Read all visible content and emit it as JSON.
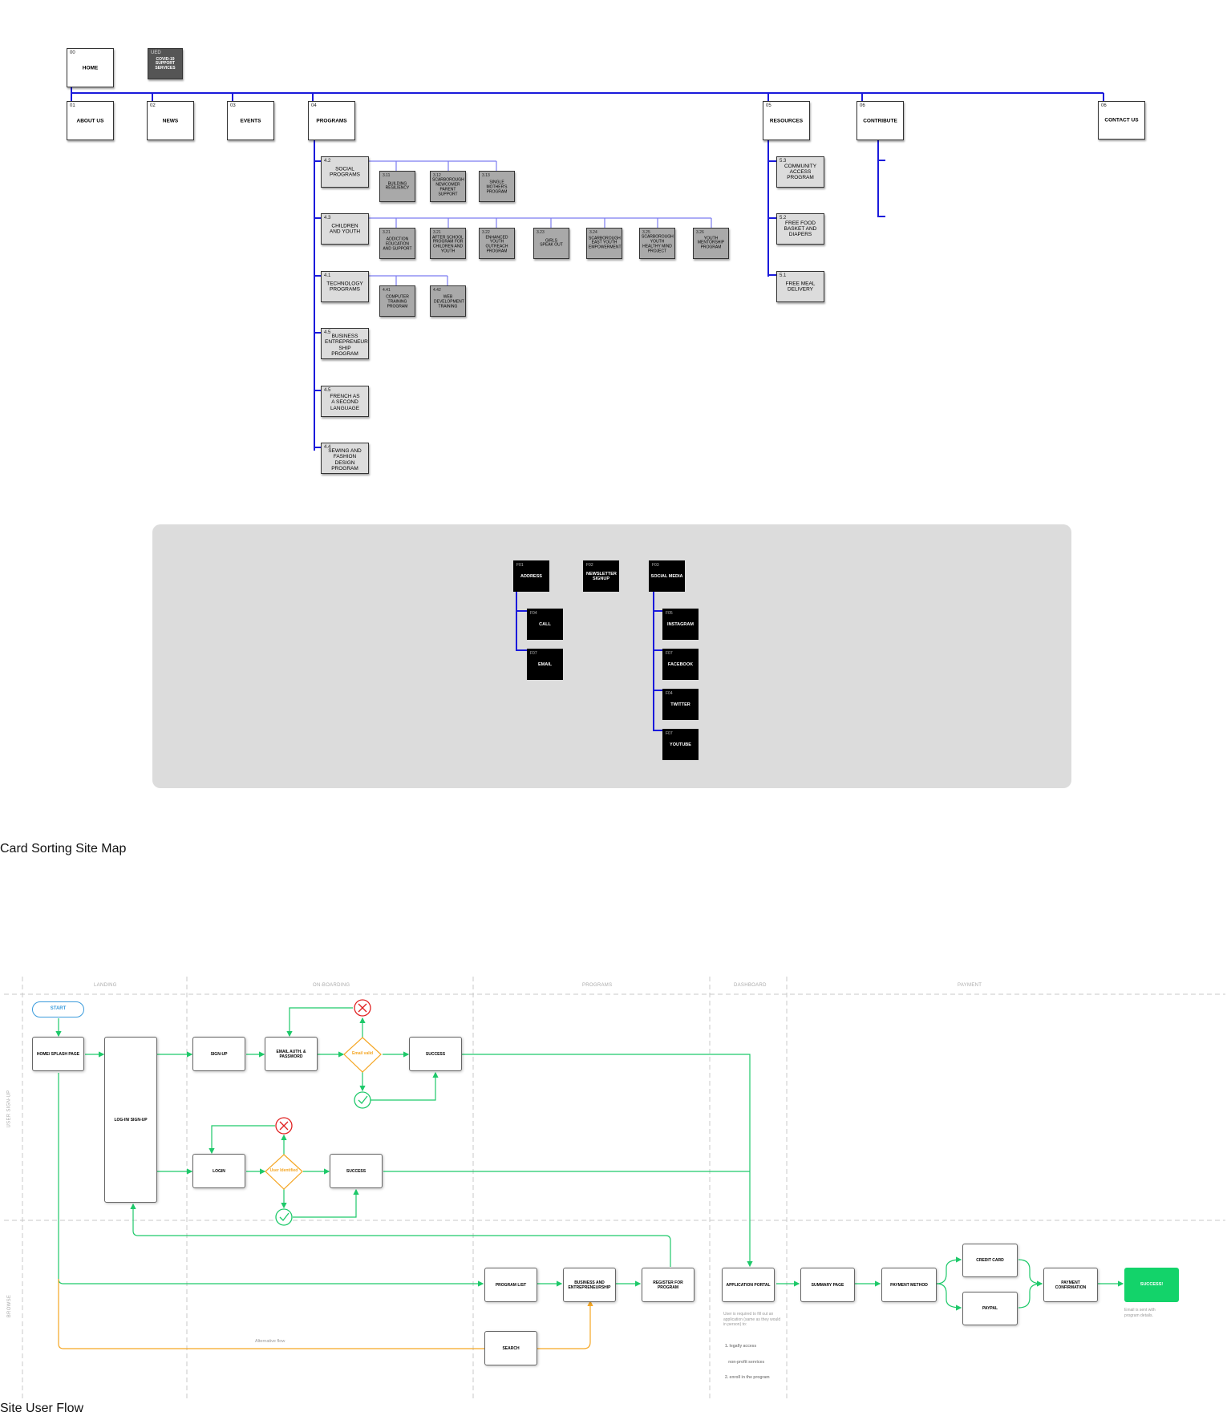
{
  "sitemap": {
    "home": {
      "num": "00",
      "label": "HOME"
    },
    "covid": {
      "num": "UED",
      "label": "COVID-19 SUPPORT SERVICES"
    },
    "top_level": [
      {
        "num": "01",
        "label": "ABOUT US"
      },
      {
        "num": "02",
        "label": "NEWS"
      },
      {
        "num": "03",
        "label": "EVENTS"
      },
      {
        "num": "04",
        "label": "PROGRAMS"
      },
      {
        "num": "05",
        "label": "RESOURCES"
      },
      {
        "num": "06",
        "label": "CONTRIBUTE"
      },
      {
        "num": "06",
        "label": "CONTACT US"
      }
    ],
    "programs": [
      {
        "num": "4.2",
        "label": "SOCIAL PROGRAMS",
        "children": [
          {
            "num": "3.11",
            "label": "BUILDING RESILIENCY"
          },
          {
            "num": "3.12",
            "label": "SCARBOROUGH NEWCOMER PARENT SUPPORT"
          },
          {
            "num": "3.13",
            "label": "SINGLE MOTHER'S PROGRAM"
          }
        ]
      },
      {
        "num": "4.3",
        "label": "CHILDREN AND YOUTH",
        "children": [
          {
            "num": "3.21",
            "label": "ADDICTION EDUCATION AND SUPPORT"
          },
          {
            "num": "3.21",
            "label": "AFTER SCHOOL PROGRAM FOR CHILDREN AND YOUTH"
          },
          {
            "num": "3.22",
            "label": "ENHANCED YOUTH OUTREACH PROGRAM"
          },
          {
            "num": "3.23",
            "label": "GIRLS SPEAK OUT"
          },
          {
            "num": "3.24",
            "label": "SCARBOROUGH EAST YOUTH EMPOWERMENT"
          },
          {
            "num": "3.25",
            "label": "SCARBOROUGH YOUTH HEALTHY MIND PROJECT"
          },
          {
            "num": "3.26",
            "label": "YOUTH MENTORSHIP PROGRAM"
          }
        ]
      },
      {
        "num": "4.1",
        "label": "TECHNOLOGY PROGRAMS",
        "children": [
          {
            "num": "4.41",
            "label": "COMPUTER TRAINING PROGRAM"
          },
          {
            "num": "4.42",
            "label": "WEB DEVELOPMENT TRAINING"
          }
        ]
      },
      {
        "num": "4.5",
        "label": "BUSINESS ENTREPRENEUR SHIP PROGRAM",
        "children": []
      },
      {
        "num": "4.5",
        "label": "FRENCH AS A SECOND LANGUAGE",
        "children": []
      },
      {
        "num": "4.4",
        "label": "SEWING AND FASHION DESIGN PROGRAM",
        "children": []
      }
    ],
    "resources": [
      {
        "num": "5.3",
        "label": "COMMUNITY ACCESS PROGRAM"
      },
      {
        "num": "5.2",
        "label": "FREE FOOD BASKET AND DIAPERS"
      },
      {
        "num": "5.1",
        "label": "FREE MEAL DELIVERY"
      }
    ],
    "footer": {
      "address": {
        "num": "F01",
        "label": "ADDRESS"
      },
      "newsletter": {
        "num": "F02",
        "label": "NEWSLETTER SIGNUP"
      },
      "social": {
        "num": "F03",
        "label": "SOCIAL MEDIA"
      },
      "address_children": [
        {
          "num": "F04",
          "label": "CALL"
        },
        {
          "num": "F07",
          "label": "EMAIL"
        }
      ],
      "social_children": [
        {
          "num": "F05",
          "label": "INSTAGRAM"
        },
        {
          "num": "F07",
          "label": "FACEBOOK"
        },
        {
          "num": "F04",
          "label": "TWITTER"
        },
        {
          "num": "F07",
          "label": "YOUTUBE"
        }
      ]
    },
    "caption": "Card Sorting Site Map"
  },
  "flow": {
    "lanes": [
      "LANDING",
      "ON-BOARDING",
      "PROGRAMS",
      "DASHBOARD",
      "PAYMENT"
    ],
    "rows": [
      "USER SIGN-UP",
      "BROWSE"
    ],
    "nodes": {
      "start": "START",
      "home": "HOME/ SPLASH PAGE",
      "login_signup": "LOG-IN/ SIGN-UP",
      "signup": "SIGN-UP",
      "email_auth": "EMAIL AUTH. & PASSWORD",
      "email_valid": "Email valid",
      "success1": "SUCCESS",
      "login": "LOGIN",
      "user_identified": "User Identified",
      "success2": "SUCCESS",
      "program_list": "PROGRAM LIST",
      "business": "BUSINESS AND ENTREPRENEURSHIP",
      "register": "REGISTER FOR PROGRAM",
      "search": "SEARCH",
      "app_portal": "APPLICATION PORTAL",
      "summary": "SUMMARY PAGE",
      "payment_method": "PAYMENT METHOD",
      "credit_card": "CREDIT CARD",
      "paypal": "PAYPAL",
      "payment_confirmation": "PAYMENT CONFIRMATION",
      "success_final": "SUCCESS!"
    },
    "alt_flow": "Alternative flow",
    "portal_note": "User is required to fill out an application (same as they would in person) to:",
    "portal_list": [
      "1. legally access",
      "   non-profit services",
      "2. enroll in the program"
    ],
    "success_note": "Email is sent with program details.",
    "caption": "Site User Flow"
  },
  "colors": {
    "tree_line": "#1a1adb",
    "flow_green": "#1ec96a",
    "flow_orange": "#f5a623",
    "flow_red": "#e02020",
    "success_fill": "#13d36a",
    "panel_bg": "#dcdcdc"
  }
}
